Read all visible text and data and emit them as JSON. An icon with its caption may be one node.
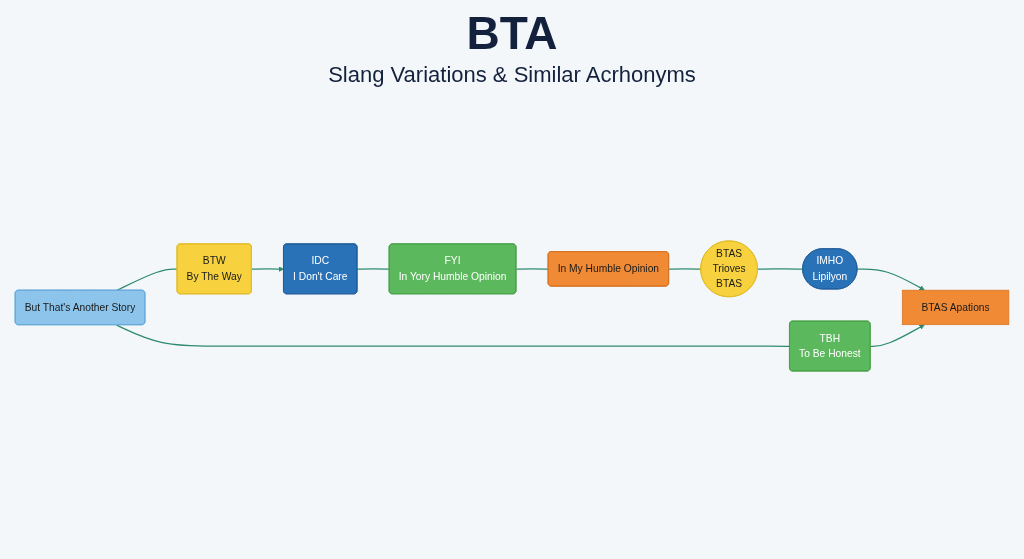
{
  "diagram": {
    "title": "BTA",
    "nodes": [
      {
        "text": [
          "BTW",
          "By The Way"
        ]
      },
      {
        "text": [
          "IDC",
          "I Don't Care"
        ]
      },
      {
        "text": [
          "FYI",
          "In Yory Humble Opinion"
        ]
      },
      {
        "text": [
          "In My Humble Opinion"
        ]
      },
      {
        "text": [
          "BTAS",
          "Trioves",
          "BTAS"
        ]
      },
      {
        "text": [
          "IMHO",
          "Lipilyon"
        ]
      },
      {
        "text": [
          "BTAS Apations"
        ]
      },
      {
        "text": [
          "TBH",
          "To Be Honest"
        ]
      },
      {
        "text": [
          "But That's Another Story"
        ]
      }
    ],
    "edges": [
      {
        "from": 8,
        "to": 0,
        "arrow": "none"
      },
      {
        "from": 0,
        "to": 1,
        "arrow": "to"
      },
      {
        "from": 1,
        "to": 2,
        "arrow": "none"
      },
      {
        "from": 2,
        "to": 3,
        "arrow": "none"
      },
      {
        "from": 3,
        "to": 4,
        "arrow": "none"
      },
      {
        "from": 4,
        "to": 5,
        "arrow": "none"
      },
      {
        "from": 5,
        "to": 6,
        "arrow": "to"
      },
      {
        "from": 8,
        "to": 7,
        "arrow": "none"
      },
      {
        "from": 7,
        "to": 6,
        "arrow": "to"
      }
    ],
    "labels": [
      "Slang Variations & Similar Acrhonyms"
    ]
  }
}
